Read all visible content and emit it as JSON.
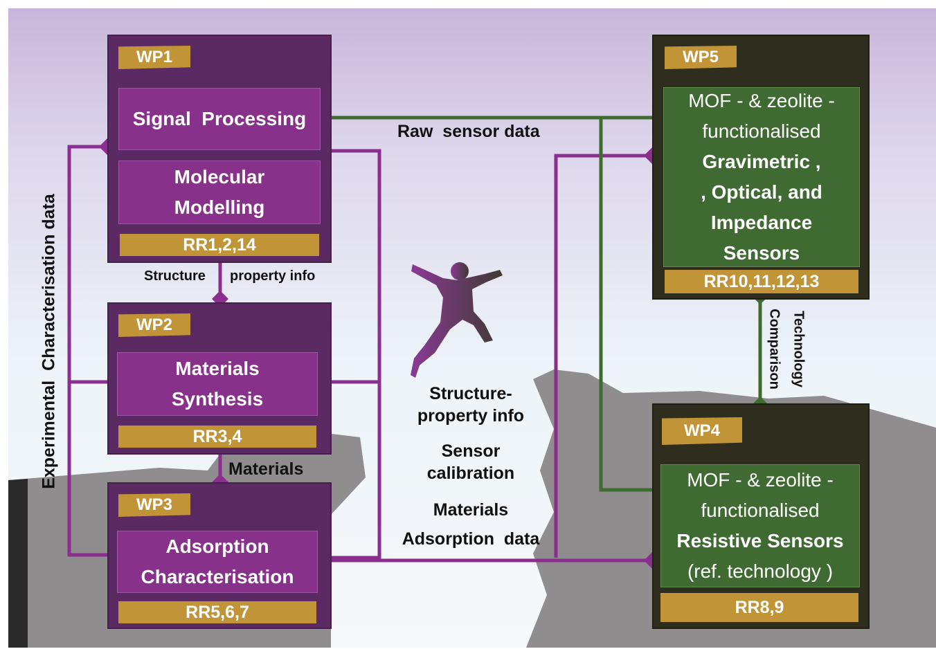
{
  "wp1": {
    "tag": "WP1",
    "box1": "Signal  Processing",
    "box2_line1": "Molecular",
    "box2_line2": "Modelling",
    "rr": "RR1,2,14"
  },
  "wp2": {
    "tag": "WP2",
    "box_line1": "Materials",
    "box_line2": "Synthesis",
    "rr": "RR3,4"
  },
  "wp3": {
    "tag": "WP3",
    "box_line1": "Adsorption",
    "box_line2": "Characterisation",
    "rr": "RR5,6,7"
  },
  "wp5": {
    "tag": "WP5",
    "line1": "MOF - & zeolite  -",
    "line2": "functionalised",
    "line3": "Gravimetric ,",
    "line4": ", Optical,  and",
    "line5": "Impedance",
    "line6": "Sensors",
    "rr": "RR10,11,12,13"
  },
  "wp4": {
    "tag": "WP4",
    "line1": "MOF - & zeolite -",
    "line2": "functionalised",
    "line3": "Resistive Sensors",
    "line4": "(ref.  technology  )",
    "rr": "RR8,9"
  },
  "labels": {
    "raw_sensor_data": "Raw  sensor data",
    "structure": "Structure",
    "property_info": "property info",
    "materials_small": "Materials",
    "experimental": "Experimental  Characterisation data",
    "technology": "Technology",
    "comparison": "Comparison",
    "center_line1": "Structure-",
    "center_line2": "property info",
    "center_line3": "Sensor",
    "center_line4": "calibration",
    "center_line5": "Materials",
    "center_line6": "Adsorption  data"
  },
  "colors": {
    "purple_box": "#5c2a63",
    "purple_inner": "#87318a",
    "purple_line": "#8b2f8f",
    "dark_box": "#2f2e1e",
    "green_inner": "#3f6a31",
    "green_line": "#3e6b2f",
    "gold": "#c09437",
    "rock": "#8f8d8d"
  }
}
